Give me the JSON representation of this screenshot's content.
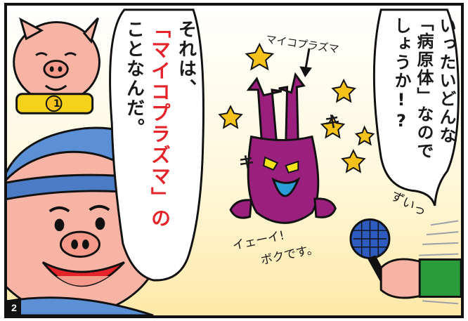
{
  "panel": {
    "number": "2"
  },
  "speech_left": {
    "line1": "それは、",
    "line2": "「マイコプラズマ」の",
    "line3": "ことなんだ。"
  },
  "speech_right": {
    "line1": "いったいどんな",
    "line2": "「病原体」なので",
    "line3": "しょうか!?"
  },
  "label_mycoplasma": "マイコプラズマ",
  "creature_speech": {
    "line1": "イェーイ!",
    "line2": "ボクです。"
  },
  "sfx": {
    "zuii": "ずいっ",
    "left_ki": "キ",
    "right_ki": "キ"
  },
  "badge_number": "1",
  "colors": {
    "pig_pink": "#f7b3a4",
    "cap_blue": "#5b8fd6",
    "creature_purple": "#9b1f7d",
    "accent_red": "#e4232a",
    "star_yellow": "#f4c21a",
    "sleeve_green": "#2a9d3a"
  }
}
